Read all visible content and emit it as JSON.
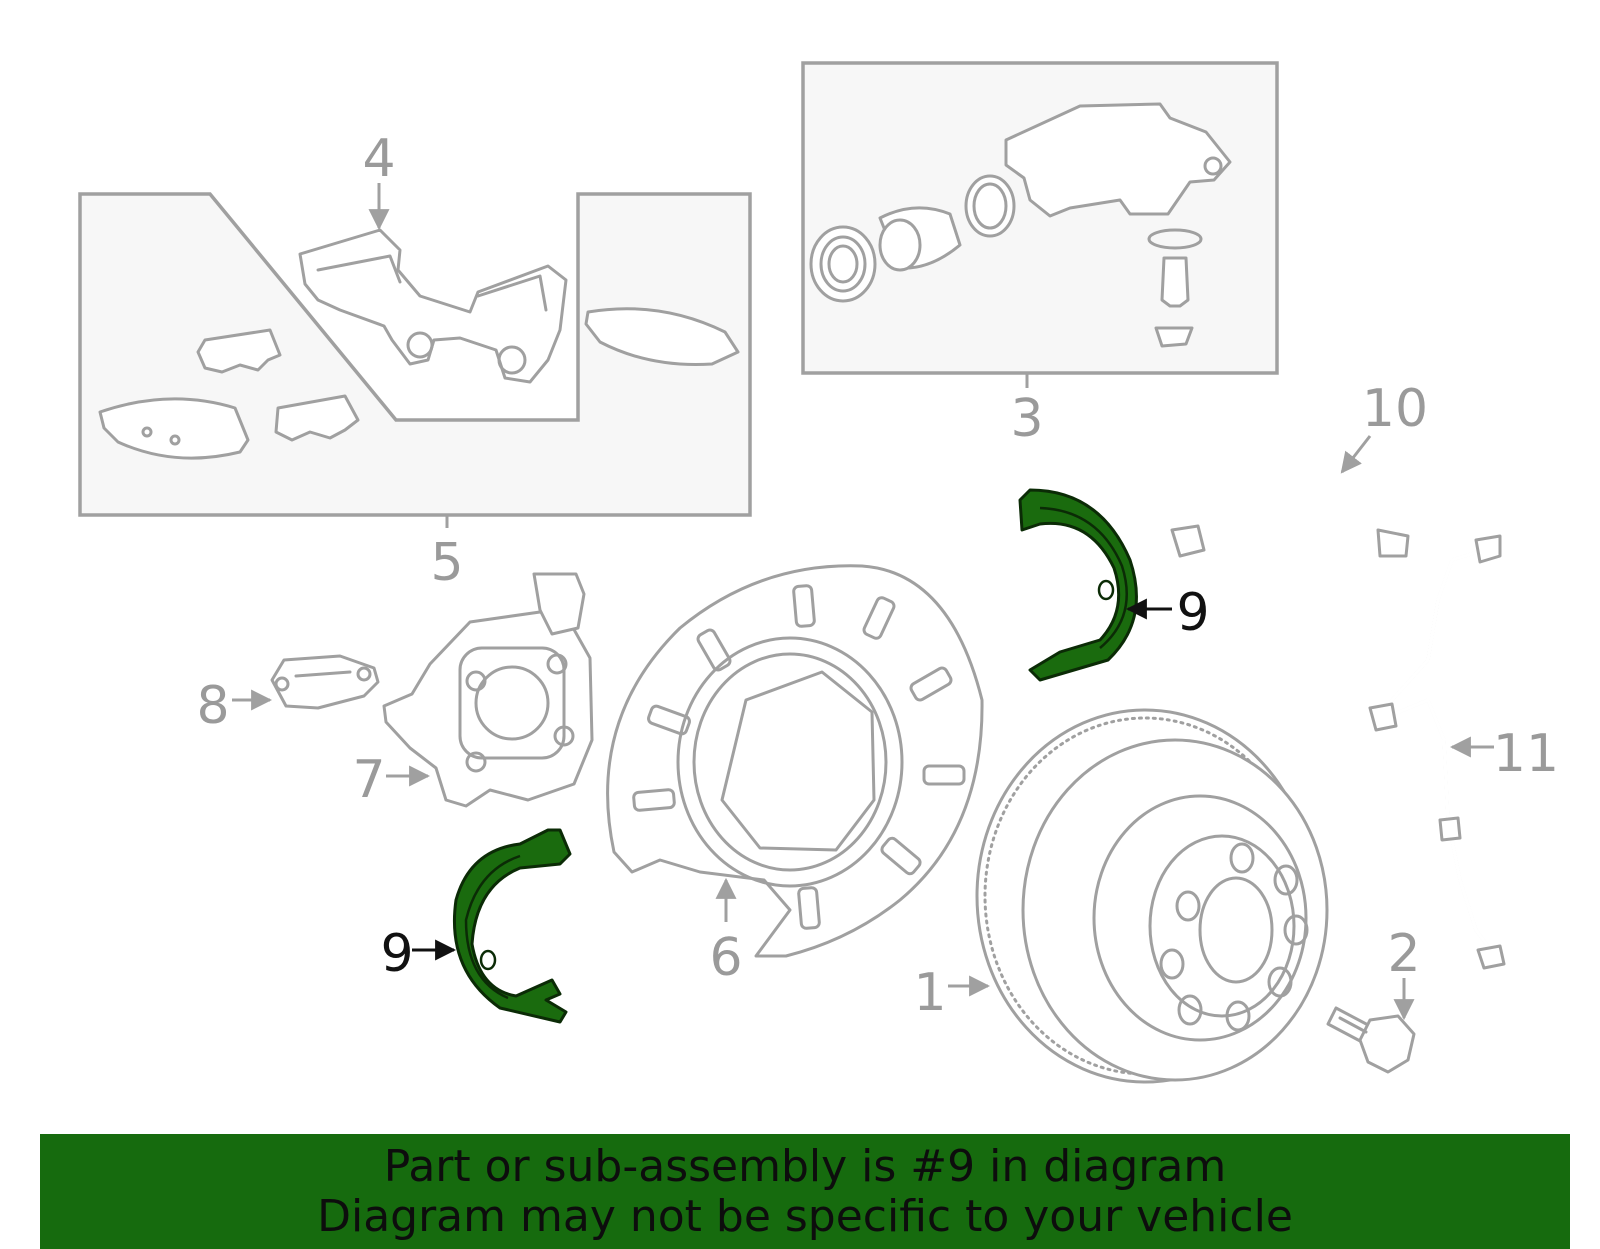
{
  "callouts": {
    "c1": "1",
    "c2": "2",
    "c3": "3",
    "c4": "4",
    "c5": "5",
    "c6": "6",
    "c7": "7",
    "c8": "8",
    "c9a": "9",
    "c9b": "9",
    "c10": "10",
    "c11": "11"
  },
  "highlight": {
    "part_number": "9",
    "color": "#1a6b0e"
  },
  "banner": {
    "line1": "Part or sub-assembly is #9 in diagram",
    "line2": "Diagram may not be specific to your vehicle",
    "background": "#166b0e"
  }
}
